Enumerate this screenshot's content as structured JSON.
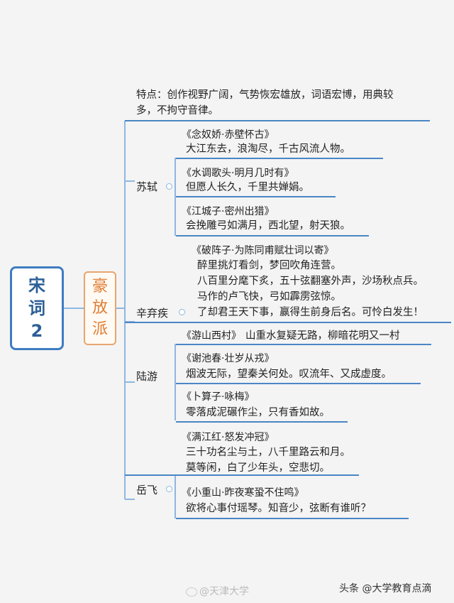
{
  "root": {
    "line1": "宋",
    "line2": "词",
    "line3": "2"
  },
  "school": {
    "line1": "豪",
    "line2": "放",
    "line3": "派"
  },
  "feature": {
    "line1": "特点：创作视野广阔，气势恢宏雄放，词语宏博，用典较",
    "line2": "多，不拘守音律。"
  },
  "poets": {
    "sushi": {
      "name": "苏轼",
      "works": [
        {
          "title": "《念奴娇·赤壁怀古》",
          "line1": "大江东去，浪淘尽，千古风流人物。"
        },
        {
          "title": "《水调歌头·明月几时有》",
          "line1": "但愿人长久，千里共婵娟。"
        },
        {
          "title": "《江城子·密州出猎》",
          "line1": "会挽雕弓如满月，西北望，射天狼。"
        }
      ]
    },
    "xinqiji": {
      "name": "辛弃疾",
      "works": [
        {
          "title": "《破阵子·为陈同甫赋壮词以寄》",
          "line1": "醉里挑灯看剑，梦回吹角连营。",
          "line2": "八百里分麾下炙，五十弦翻塞外声，沙场秋点兵。",
          "line3": "马作的卢飞快，弓如霹雳弦惊。",
          "line4": "了却君王天下事，赢得生前身后名。可怜白发生！"
        }
      ]
    },
    "luyou": {
      "name": "陆游",
      "works": [
        {
          "title": "《游山西村》",
          "line1": "山重水复疑无路，柳暗花明又一村"
        },
        {
          "title": "《谢池春·壮岁从戎》",
          "line1": "烟波无际，望秦关何处。叹流年、又成虚度。"
        },
        {
          "title": "《卜算子·咏梅》",
          "line1": "零落成泥碾作尘，只有香如故。"
        }
      ]
    },
    "yuefei": {
      "name": "岳飞",
      "works": [
        {
          "title": "《满江红·怒发冲冠》",
          "line1": "三十功名尘与土，八千里路云和月。",
          "line2": "莫等闲，白了少年头，空悲切。"
        },
        {
          "title": "《小重山·昨夜寒蛩不住鸣》",
          "line1": "欲将心事付瑶琴。知音少，弦断有谁听？"
        }
      ]
    }
  },
  "footer": {
    "weibo": "@天津大学",
    "toutiao": "头条 @大学教育点滴"
  },
  "colors": {
    "branch": "#8eb7e0",
    "underline": "#4a86c5",
    "root": "#3e7cc1",
    "school": "#e07c31"
  }
}
